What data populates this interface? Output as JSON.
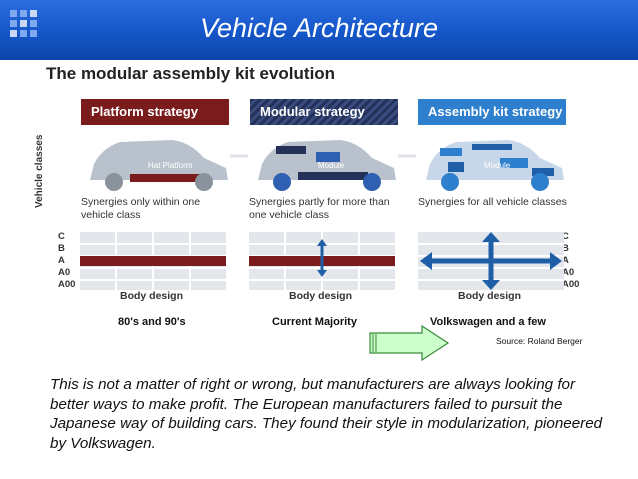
{
  "header": {
    "title": "Vehicle Architecture",
    "bg_color": "#1456c8"
  },
  "figure": {
    "subtitle": "The modular assembly kit evolution",
    "strategies": [
      {
        "label": "Platform strategy",
        "color": "#7a1c1c",
        "car_text": "Hat Platform",
        "synergy": "Synergies only within one vehicle class"
      },
      {
        "label": "Modular strategy",
        "color": "#24325a",
        "car_text": "Module",
        "synergy": "Synergies partly for more than one vehicle class"
      },
      {
        "label": "Assembly kit strategy",
        "color": "#2f7fcf",
        "car_text": "Module",
        "synergy": "Synergies for all vehicle classes"
      }
    ],
    "vehicle_classes_label": "Vehicle classes",
    "rows": [
      "C",
      "B",
      "A",
      "A0",
      "A00"
    ],
    "body_design_label": "Body design"
  },
  "eras": [
    "80's and 90's",
    "Current Majority",
    "Volkswagen and a few"
  ],
  "source": "Source: Roland Berger",
  "paragraph": "This is not a matter of right or wrong, but manufacturers are always looking for better ways to make profit.  The European manufacturers failed to pursuit the Japanese way of building cars.  They found their style in modularization, pioneered by Volkswagen."
}
